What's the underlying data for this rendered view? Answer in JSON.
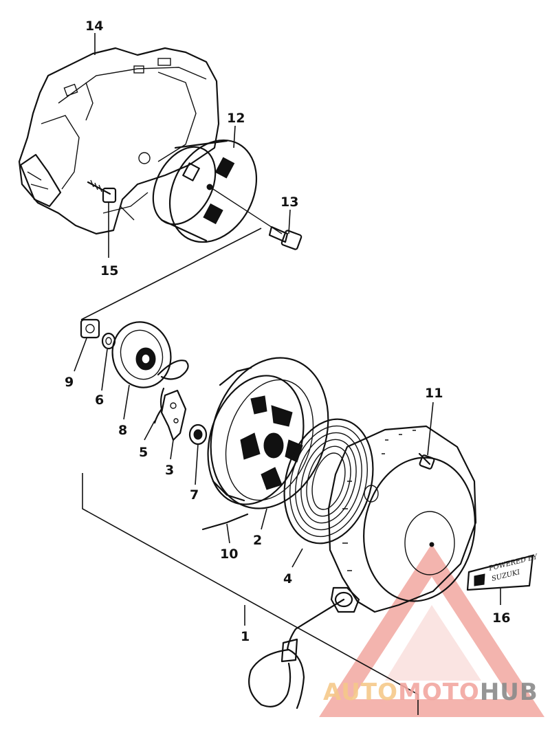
{
  "diagram": {
    "parts": [
      {
        "id": "part-1",
        "number": "1"
      },
      {
        "id": "part-2",
        "number": "2"
      },
      {
        "id": "part-3",
        "number": "3"
      },
      {
        "id": "part-4",
        "number": "4"
      },
      {
        "id": "part-5",
        "number": "5"
      },
      {
        "id": "part-6",
        "number": "6"
      },
      {
        "id": "part-7",
        "number": "7"
      },
      {
        "id": "part-8",
        "number": "8"
      },
      {
        "id": "part-9",
        "number": "9"
      },
      {
        "id": "part-10",
        "number": "10"
      },
      {
        "id": "part-11",
        "number": "11"
      },
      {
        "id": "part-12",
        "number": "12"
      },
      {
        "id": "part-13",
        "number": "13"
      },
      {
        "id": "part-14",
        "number": "14"
      },
      {
        "id": "part-15",
        "number": "15"
      },
      {
        "id": "part-16",
        "number": "16"
      }
    ],
    "badge_text": {
      "line1": "POWERED BY",
      "line2": "SUZUKI"
    }
  },
  "watermark": {
    "text_part1": "AUTO",
    "text_part2": "MOTO",
    "text_part3": "HUB",
    "color_primary": "#f2a7a0",
    "color_secondary": "#f6c98a",
    "color_dark": "#8a8a8a"
  }
}
